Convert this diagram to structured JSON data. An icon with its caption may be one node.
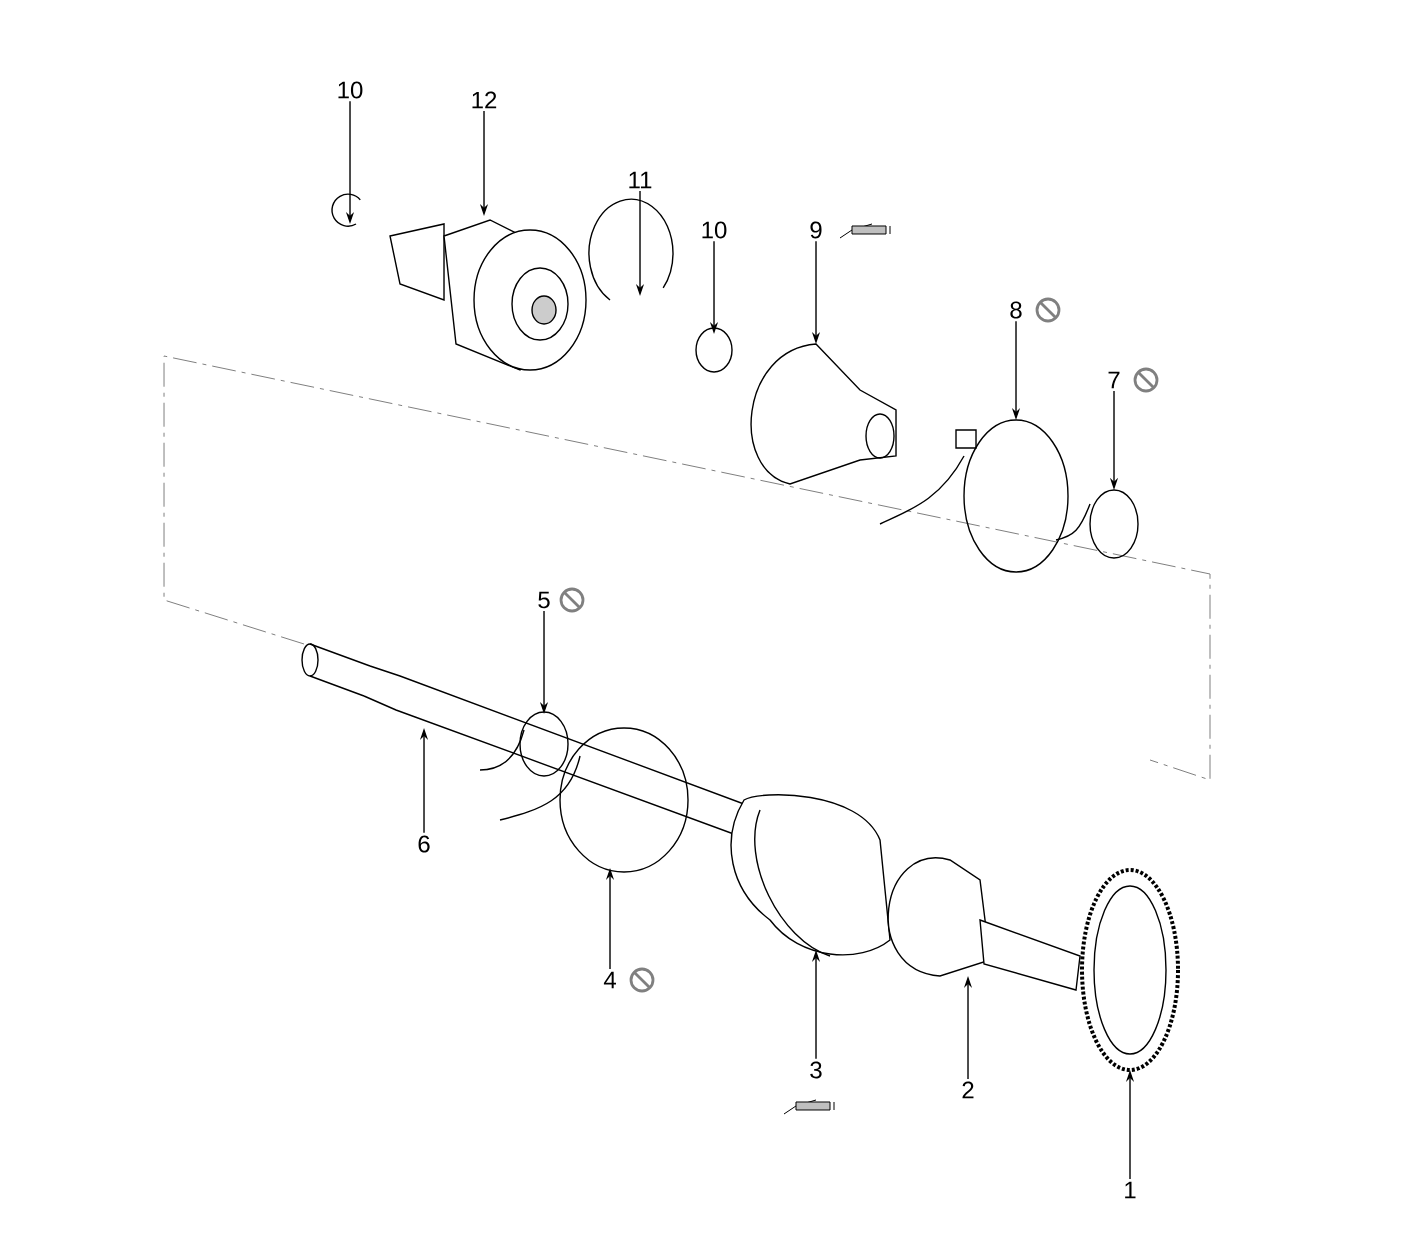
{
  "diagram": {
    "nodes": [
      {
        "text": [
          "10"
        ]
      },
      {
        "text": [
          "12"
        ]
      },
      {
        "text": [
          "11"
        ]
      },
      {
        "text": [
          "10"
        ]
      },
      {
        "text": [
          "9"
        ]
      },
      {
        "text": [
          "8"
        ]
      },
      {
        "text": [
          "7"
        ]
      },
      {
        "text": [
          "5"
        ]
      },
      {
        "text": [
          "6"
        ]
      },
      {
        "text": [
          "4"
        ]
      },
      {
        "text": [
          "3"
        ]
      },
      {
        "text": [
          "2"
        ]
      },
      {
        "text": [
          "1"
        ]
      }
    ],
    "edges": [
      {
        "from": 0,
        "to": null,
        "arrow": "to"
      },
      {
        "from": 1,
        "to": null,
        "arrow": "to"
      },
      {
        "from": 2,
        "to": null,
        "arrow": "to"
      },
      {
        "from": 3,
        "to": null,
        "arrow": "to"
      },
      {
        "from": 4,
        "to": null,
        "arrow": "to"
      },
      {
        "from": 5,
        "to": null,
        "arrow": "to"
      },
      {
        "from": 6,
        "to": null,
        "arrow": "to"
      },
      {
        "from": 7,
        "to": null,
        "arrow": "to"
      },
      {
        "from": 8,
        "to": null,
        "arrow": "to"
      },
      {
        "from": 9,
        "to": null,
        "arrow": "to"
      },
      {
        "from": 10,
        "to": null,
        "arrow": "to"
      },
      {
        "from": 11,
        "to": null,
        "arrow": "to"
      },
      {
        "from": 12,
        "to": null,
        "arrow": "to"
      }
    ]
  }
}
